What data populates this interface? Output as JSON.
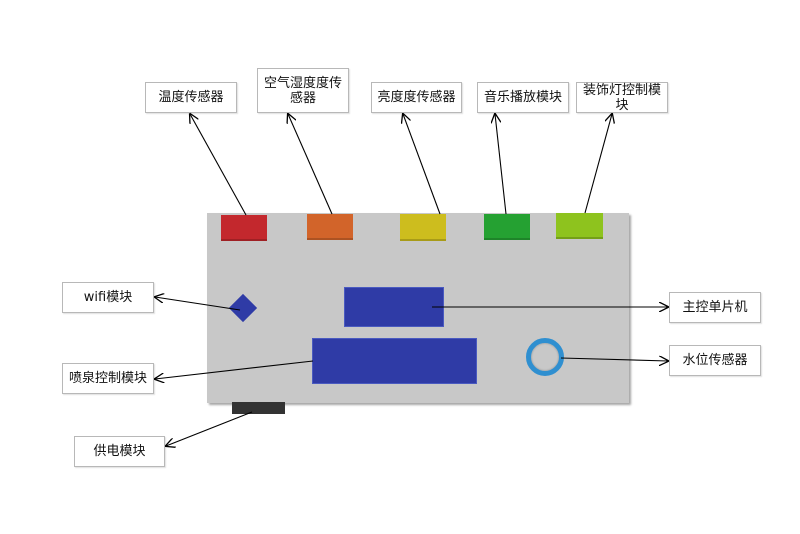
{
  "labels": {
    "temperature_sensor": "温度传感器",
    "air_humidity_sensor": "空气湿度度传感器",
    "brightness_sensor": "亮度度传感器",
    "music_module": "音乐播放模块",
    "decor_light_module": "装饰灯控制模块",
    "wifi_module": "wifi模块",
    "mcu": "主控单片机",
    "fountain_module": "喷泉控制模块",
    "water_level_sensor": "水位传感器",
    "power_module": "供电模块"
  },
  "colors": {
    "board": "#c8c8c8",
    "temperature": "#c3282d",
    "humidity": "#d2642a",
    "brightness": "#cdbd1e",
    "music": "#25a132",
    "decor_light": "#8ec31e",
    "module_blue": "#2f3ba6",
    "ring": "#2f8fd0",
    "power": "#333333"
  }
}
